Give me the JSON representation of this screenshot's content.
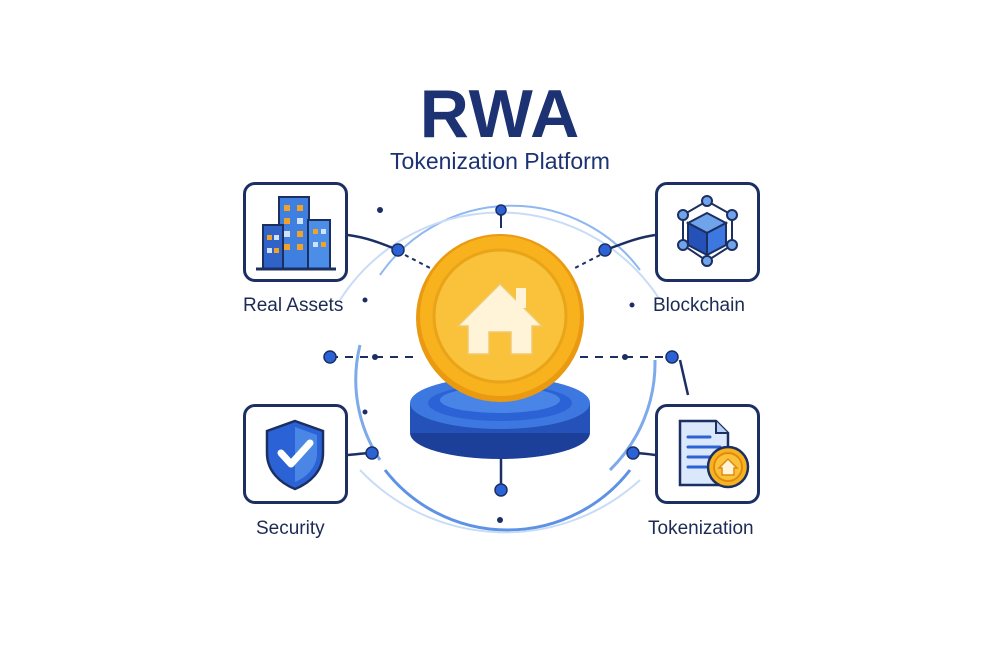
{
  "header": {
    "title": "RWA",
    "subtitle": "Tokenization Platform"
  },
  "nodes": {
    "real_assets": {
      "label": "Real Assets",
      "icon": "office-buildings-icon"
    },
    "blockchain": {
      "label": "Blockchain",
      "icon": "cube-network-icon"
    },
    "security": {
      "label": "Security",
      "icon": "shield-check-icon"
    },
    "tokenization": {
      "label": "Tokenization",
      "icon": "document-coin-icon"
    }
  },
  "center": {
    "icon": "house-coin-icon"
  },
  "colors": {
    "navy": "#1b2f63",
    "blue": "#2b63d6",
    "light_blue": "#6fa3ea",
    "gold": "#f7b21e"
  }
}
